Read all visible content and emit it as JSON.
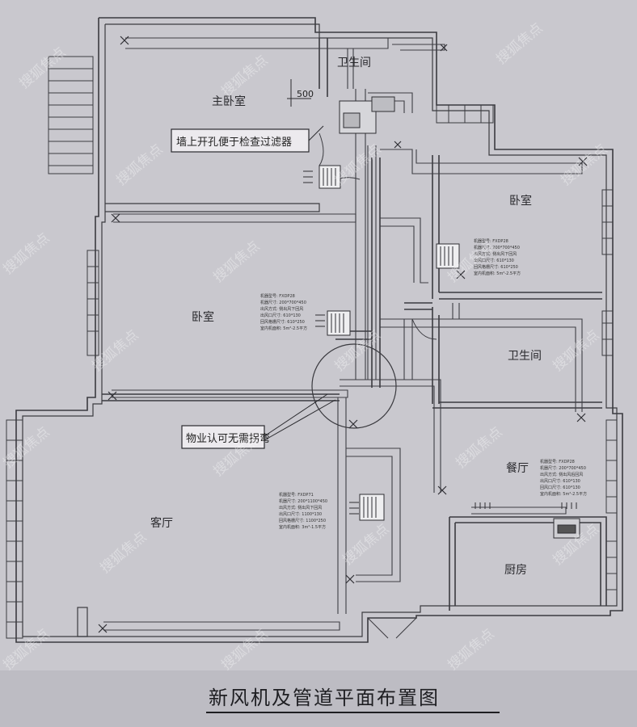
{
  "rooms": {
    "master_bedroom": "主卧室",
    "bathroom_top": "卫生间",
    "bedroom_right": "卧室",
    "bedroom_left": "卧室",
    "bathroom_right": "卫生间",
    "dining": "餐厅",
    "living": "客厅",
    "kitchen": "厨房"
  },
  "dimension_label": "500",
  "notes": {
    "filter_access": "墙上开孔便于检查过滤器",
    "property_approval": "物业认可无需拐弯"
  },
  "specs": {
    "bedroom_right": [
      "机器型号: FXDP28",
      "机器尺寸: 200*700*450",
      "出风方式: 侧出风下回风",
      "出风口尺寸: 610*130",
      "回风格栅尺寸: 610*250",
      "室内机面积: 5m²-2.5平方"
    ],
    "bedroom_left": [
      "机器型号: FXDP28",
      "机器尺寸: 200*700*450",
      "出风方式: 侧出风下回风",
      "出风口尺寸: 610*130",
      "回风格栅尺寸: 610*250",
      "室内机面积: 5m²-2.5平方"
    ],
    "living": [
      "机器型号: FXDP71",
      "机器尺寸: 200*1100*450",
      "出风方式: 侧出风下回风",
      "出风口尺寸: 1100*130",
      "回风格栅尺寸: 1100*250",
      "室内机面积: 3m²-1.5平方"
    ],
    "dining": [
      "机器型号: FXDP28",
      "机器尺寸: 200*700*450",
      "出风方式: 侧出风后回风",
      "出风口尺寸: 610*130",
      "回风口尺寸: 610*130",
      "室内机面积: 5m²-2.5平方"
    ]
  },
  "title": "新风机及管道平面布置图",
  "watermark": "搜狐焦点"
}
